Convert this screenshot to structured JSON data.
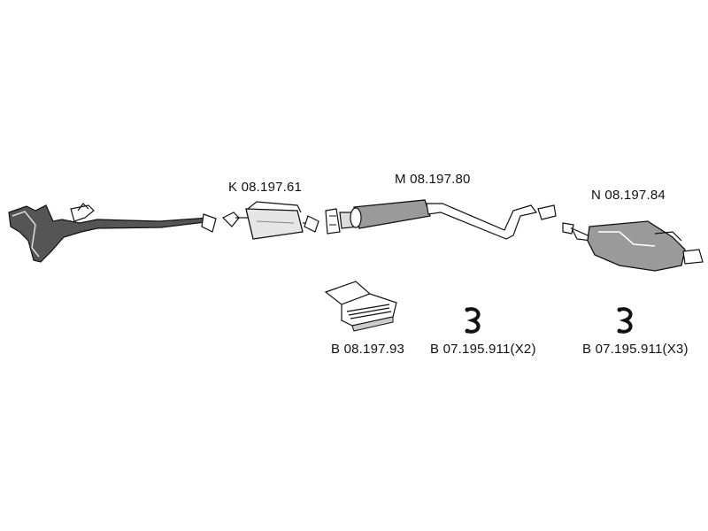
{
  "labels": {
    "catalyst": "K 08.197.61",
    "middle_silencer": "M 08.197.80",
    "rear_silencer": "N 08.197.84",
    "mounting_kit": "B 08.197.93",
    "clamp_x2": "B 07.195.911(X2)",
    "clamp_x3": "B 07.195.911(X3)"
  },
  "colors": {
    "line": "#111111",
    "fill_light": "#ffffff",
    "fill_mid": "#cfcfcf",
    "fill_dark": "#444444"
  }
}
